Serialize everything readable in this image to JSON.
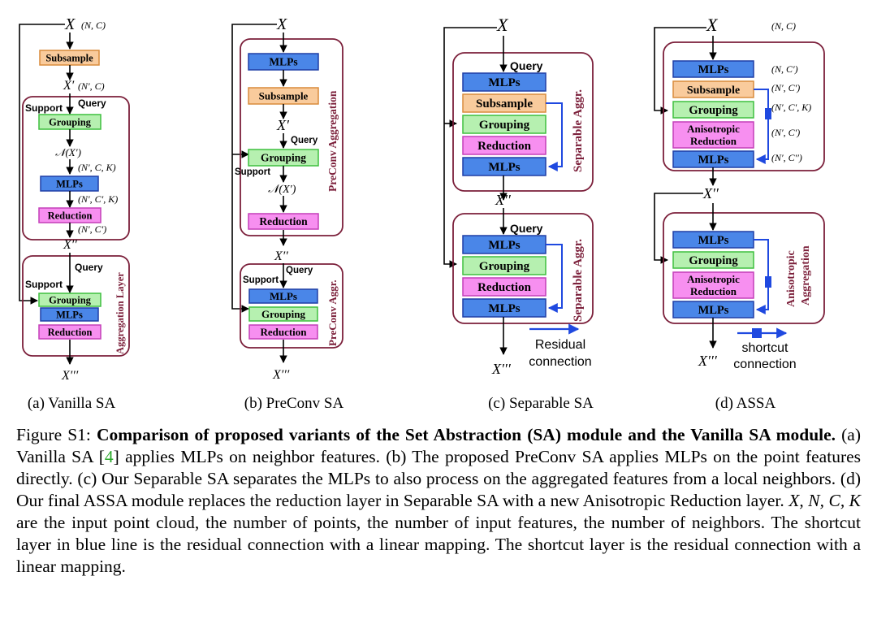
{
  "blocks": {
    "mlps": "MLPs",
    "subsample": "Subsample",
    "grouping": "Grouping",
    "reduction": "Reduction",
    "aniso1": "Anisotropic",
    "aniso2": "Reduction"
  },
  "labels": {
    "query": "Query",
    "support": "Support",
    "x": "X",
    "x_prime": "X′",
    "x_dprime": "X′′",
    "x_tprime": "X′′′",
    "nbr": "𝒩(X′)"
  },
  "panel_a": {
    "dims_in": "(N, C)",
    "dims_sub": "(N′, C)",
    "dims_group": "(N′, C, K)",
    "dims_mlp": "(N′, C′, K)",
    "dims_red": "(N′, C′)",
    "layer_label": "Aggregation Layer",
    "sub_caption": "(a) Vanilla SA"
  },
  "panel_b": {
    "top_label": "PreConv Aggregation",
    "bottom_label": "PreConv Aggr.",
    "sub_caption": "(b) PreConv SA"
  },
  "panel_c": {
    "top_label": "Separable Aggr.",
    "bottom_label": "Separable Aggr.",
    "legend_line1": "Residual",
    "legend_line2": "connection",
    "sub_caption": "(c) Separable SA"
  },
  "panel_d": {
    "dims_in": "(N, C)",
    "dims_mlp": "(N, C′)",
    "dims_sub": "(N′, C′)",
    "dims_group": "(N′, C′, K)",
    "dims_red": "(N′, C′)",
    "dims_out": "(N′, C′′)",
    "bottom_label1": "Anisotropic",
    "bottom_label2": "Aggregation",
    "legend_line1": "shortcut",
    "legend_line2": "connection",
    "sub_caption": "(d) ASSA"
  },
  "caption": {
    "figure_label": "Figure S1:",
    "title": "Comparison of proposed variants of the Set Abstraction (SA) module and the Vanilla SA module.",
    "text_a1": "(a) Vanilla SA [",
    "cite": "4",
    "text_a2": "] applies MLPs on neighbor features. (b) The proposed PreConv SA applies MLPs on the point features directly. (c) Our Separable SA separates the MLPs to also process on the aggregated features from a local neighbors. (d) Our final ASSA module replaces the reduction layer in Separable SA with a new Anisotropic Reduction layer.",
    "vars": "X, N, C, K",
    "text_b": "are the input point cloud, the number of points, the number of input features, the number of neighbors. The shortcut layer in blue line is the residual connection with a linear mapping. The shortcut layer is the residual connection with a linear mapping."
  },
  "colors": {
    "mlp_fill": "#4a86e8",
    "sub_fill": "#f9cb9c",
    "group_fill": "#b6f0b0",
    "red_fill": "#f78ff0",
    "frame": "#7b1f3a",
    "shortcut": "#1f49e0"
  }
}
